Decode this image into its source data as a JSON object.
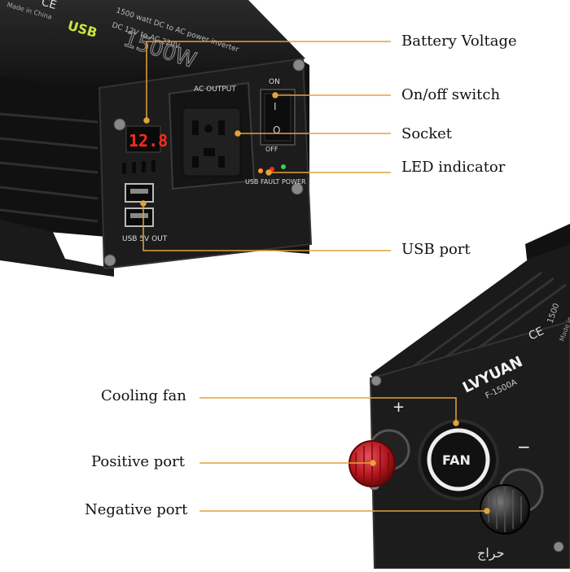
{
  "callouts": {
    "battery_voltage": "Battery Voltage",
    "on_off_switch": "On/off switch",
    "socket": "Socket",
    "led_indicator": "LED indicator",
    "usb_port": "USB port",
    "cooling_fan": "Cooling fan",
    "positive_port": "Positive port",
    "negative_port": "Negative port"
  },
  "device_top": {
    "ce_mark": "CE",
    "made_in": "Made in China",
    "usb_label": "USB",
    "spec_line1": "1500 watt DC to AC power inverter",
    "spec_line2": "DC 12V to AC 220V",
    "power_rating": "1500W",
    "display_value": "12.8",
    "ac_output": "AC OUTPUT",
    "switch_on": "ON",
    "switch_off": "OFF",
    "switch_on_symbol": "I",
    "switch_off_symbol": "O",
    "led_labels": "USB FAULT POWER",
    "usb_out": "USB 5V OUT"
  },
  "device_bottom": {
    "brand": "LVYUAN",
    "model": "F-1500A",
    "ce_mark": "CE",
    "rating_partial": "1500",
    "made_partial": "Made in",
    "fan_label": "FAN",
    "plus": "+",
    "minus": "−"
  },
  "watermark": "حراج",
  "colors": {
    "body": "#121212",
    "panel": "#1c1c1c",
    "leader": "#e4a23a",
    "usb_green": "#c7e83a",
    "led_red": "#ff2a1a",
    "terminal_red": "#b3161c"
  }
}
